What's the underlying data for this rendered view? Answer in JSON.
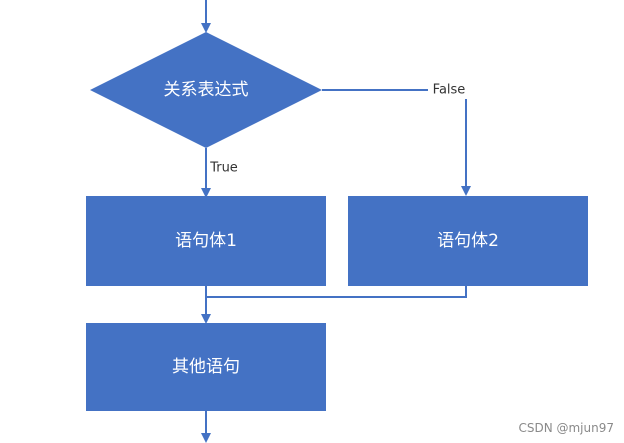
{
  "colors": {
    "shape_fill": "#4472C4",
    "line": "#4472C4",
    "label_text": "#ffffff",
    "edge_text": "#333333",
    "background": "#ffffff"
  },
  "nodes": {
    "condition": "关系表达式",
    "statement1": "语句体1",
    "statement2": "语句体2",
    "other": "其他语句"
  },
  "edges": {
    "true_label": "True",
    "false_label": "False"
  },
  "watermark": "CSDN @mjun97"
}
